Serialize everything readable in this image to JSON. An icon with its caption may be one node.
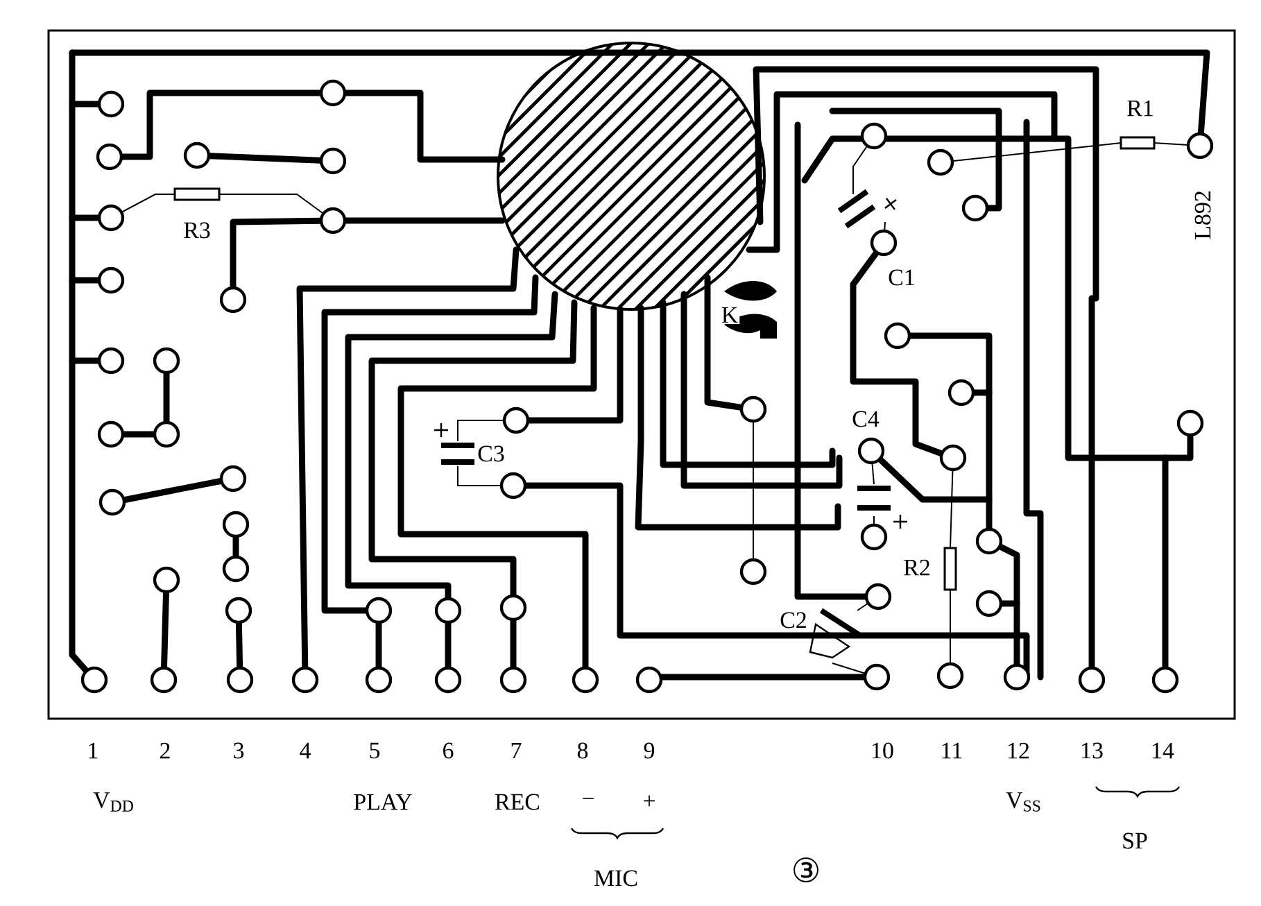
{
  "diagram": {
    "labels": [
      "R1",
      "R3",
      "L892",
      "C1",
      "K",
      "C4",
      "C3",
      "R2",
      "C2",
      "1",
      "2",
      "3",
      "4",
      "5",
      "6",
      "7",
      "8",
      "9",
      "10",
      "11",
      "12",
      "13",
      "14",
      "V$_{DD}$",
      "PLAY",
      "REC",
      "−",
      "+",
      "V$_{SS}$",
      "SP",
      "MIC",
      "③"
    ]
  }
}
